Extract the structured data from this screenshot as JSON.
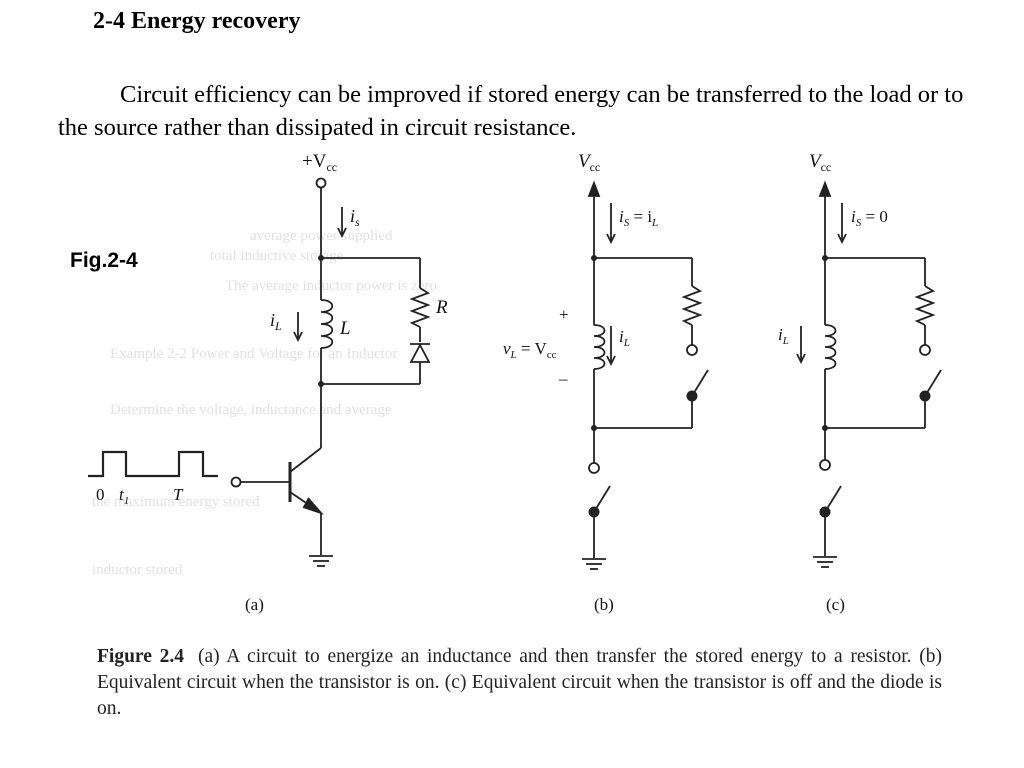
{
  "heading": "2-4 Energy recovery",
  "paragraph": "Circuit efficiency can be improved if stored energy can be transferred to the load or to the source rather than dissipated in circuit resistance.",
  "fig_label": "Fig.2-4",
  "circuit": {
    "a": {
      "supply": "+V",
      "supply_sub": "cc",
      "current_source": "i",
      "current_source_sub": "s",
      "inductor_current": "i",
      "inductor_current_sub": "L",
      "inductor": "L",
      "resistor": "R",
      "pulse_zero": "0",
      "pulse_t1": "t",
      "pulse_t1_sub": "1",
      "pulse_T": "T",
      "sublabel": "(a)"
    },
    "b": {
      "supply": "V",
      "supply_sub": "cc",
      "current_source_label": "i",
      "current_source_sub": "S",
      "current_source_eq": " = i",
      "current_source_eq_sub": "L",
      "inductor_current": "i",
      "inductor_current_sub": "L",
      "voltage_label": "v",
      "voltage_sub": "L",
      "voltage_eq": " = V",
      "voltage_eq_sub": "cc",
      "plus": "+",
      "minus": "–",
      "sublabel": "(b)"
    },
    "c": {
      "supply": "V",
      "supply_sub": "cc",
      "current_source_label": "i",
      "current_source_sub": "S",
      "current_source_eq": " = 0",
      "inductor_current": "i",
      "inductor_current_sub": "L",
      "sublabel": "(c)"
    }
  },
  "caption": {
    "figure": "Figure 2.4",
    "text": "(a) A circuit to energize an inductance and then transfer the stored energy to a resistor. (b) Equivalent circuit when the transistor is on. (c) Equivalent circuit when the transistor is off and the diode is on."
  },
  "bleed_through": [
    "average power supplied",
    "total inductive storage",
    "The average inductor power is zero",
    "Example 2-2  Power and Voltage for an Inductor",
    "Determine the voltage, inductance and average",
    "the maximum energy stored",
    "inductor stored"
  ]
}
